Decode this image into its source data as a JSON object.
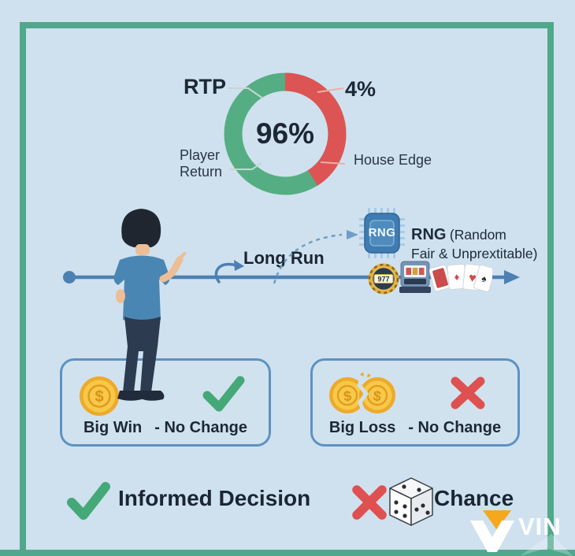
{
  "frame": {
    "background": "#cfe1ef",
    "border_color": "#4fa88b"
  },
  "chart_data": {
    "type": "pie",
    "title": "RTP vs House Edge donut",
    "categories": [
      "Player Return (RTP)",
      "House Edge"
    ],
    "values": [
      96,
      4
    ],
    "colors": [
      "#55ae83",
      "#dc5554"
    ],
    "center_label": "96%",
    "legend_position": "callout-labels",
    "note": "donut ring; red segment drawn visually larger (~41%) than its 4% label",
    "labels": {
      "rtp": "RTP",
      "house_pct": "4%",
      "player_return_line1": "Player",
      "player_return_line2": "Return",
      "house_edge": "House Edge"
    }
  },
  "timeline": {
    "long_run_label": "Long Run",
    "chip_label": "RNG",
    "rng_title": "RNG",
    "rng_subtitle_1": "(Random",
    "rng_subtitle_2": "Fair & Unprextitable)",
    "chip_badge": "977"
  },
  "icons": {
    "dollar": "$",
    "heart": "♥",
    "diamond": "♦",
    "spade": "♠"
  },
  "boxes": {
    "win": {
      "title": "Big Win",
      "suffix": "- No Change"
    },
    "loss": {
      "title": "Big Loss",
      "suffix": "- No Change"
    }
  },
  "footer": {
    "informed_label": "Informed Decision",
    "chance_label": "Chance"
  },
  "logo": {
    "text": "VIN"
  }
}
